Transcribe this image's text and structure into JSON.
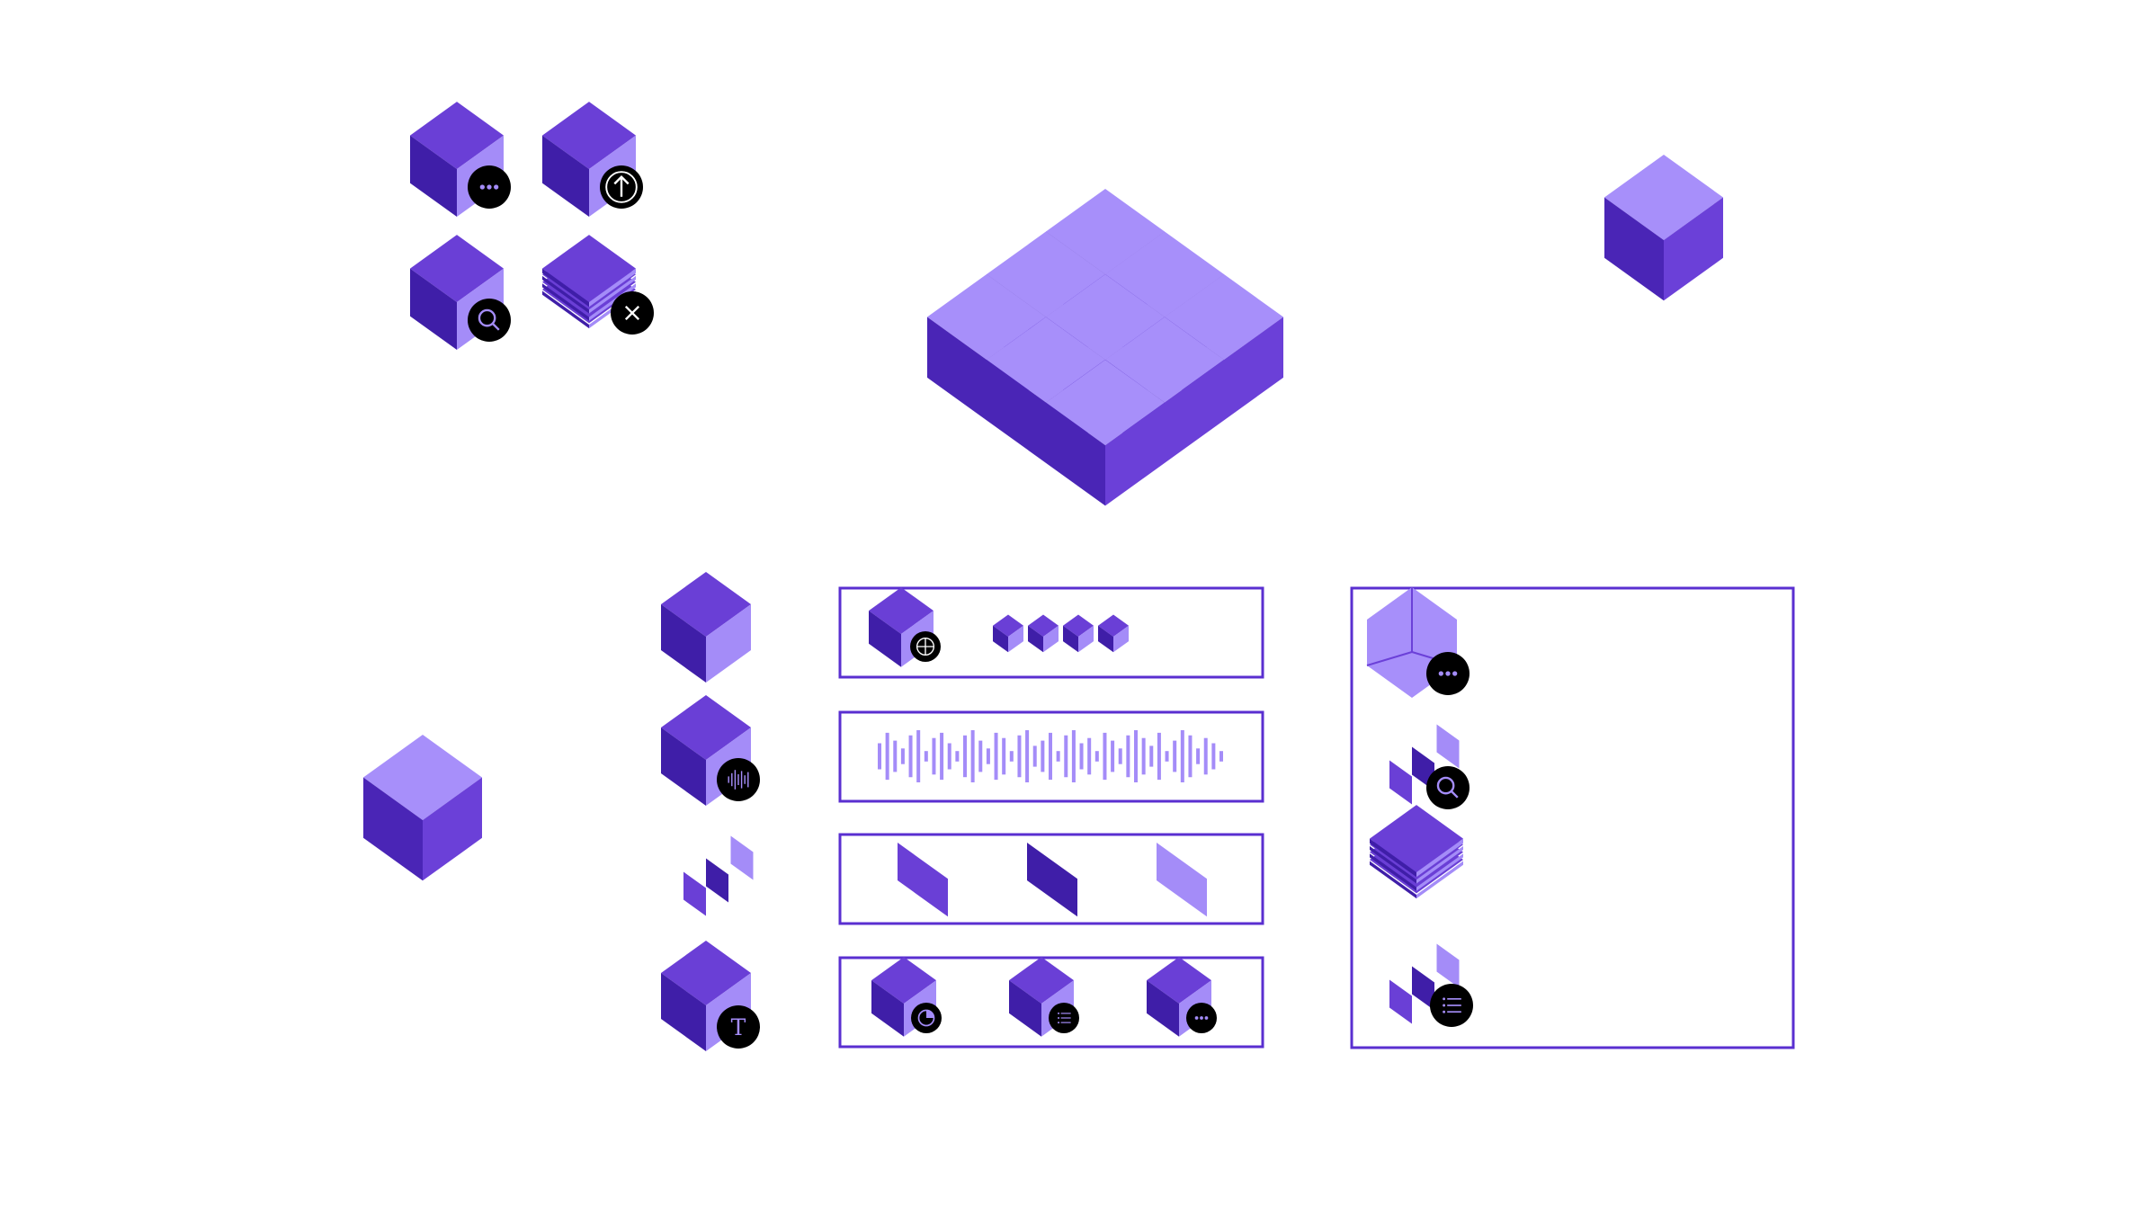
{
  "colors": {
    "background": "#ffffff",
    "top": "#6a3fd6",
    "left": "#3f1ea8",
    "right": "#a48cf8",
    "light_top": "#a78ffa",
    "light_left": "#4a25b6",
    "light_right": "#6b40d8",
    "badge": "#000000",
    "badge_glyph": "#a48cf8",
    "frame": "#5a2fd0",
    "wave": "#a48cf8"
  },
  "icon_grid": [
    {
      "name": "cube-more-icon",
      "badge": "more-icon"
    },
    {
      "name": "cube-upload-icon",
      "badge": "upload-icon"
    },
    {
      "name": "cube-search-icon",
      "badge": "search-icon"
    },
    {
      "name": "layers-close-icon",
      "badge": "close-icon"
    }
  ],
  "feature_rows": [
    {
      "name": "cube-icon",
      "panel": "cube-network-panel",
      "badge": null
    },
    {
      "name": "cube-audio-icon",
      "panel": "audio-waveform-panel",
      "badge": "waveform-icon"
    },
    {
      "name": "slices-icon",
      "panel": "slices-panel",
      "badge": null
    },
    {
      "name": "cube-text-icon",
      "panel": "cube-badges-panel",
      "badge": "text-icon"
    }
  ],
  "text_glyphs": {
    "text_badge": "T"
  },
  "waveform_bars": [
    0.5,
    0.9,
    0.6,
    0.3,
    0.8,
    1.0,
    0.2,
    0.7,
    0.9,
    0.5,
    0.2,
    0.8,
    1.0,
    0.6,
    0.3,
    0.9,
    0.7,
    0.2,
    0.8,
    1.0,
    0.4,
    0.6,
    0.9,
    0.2,
    0.8,
    1.0,
    0.5,
    0.7,
    0.2,
    0.9,
    0.6,
    0.3,
    0.8,
    1.0,
    0.7,
    0.4,
    0.9,
    0.2,
    0.6,
    1.0,
    0.8,
    0.3,
    0.7,
    0.5,
    0.2
  ],
  "side_panel_items": [
    {
      "name": "wireframe-cube-more-icon",
      "badge": "more-icon"
    },
    {
      "name": "slices-search-icon",
      "badge": "search-icon"
    },
    {
      "name": "layers-icon",
      "badge": null
    },
    {
      "name": "slices-list-icon",
      "badge": "list-icon"
    }
  ],
  "cube_badges": [
    "chart-icon",
    "list-icon",
    "more-icon"
  ]
}
